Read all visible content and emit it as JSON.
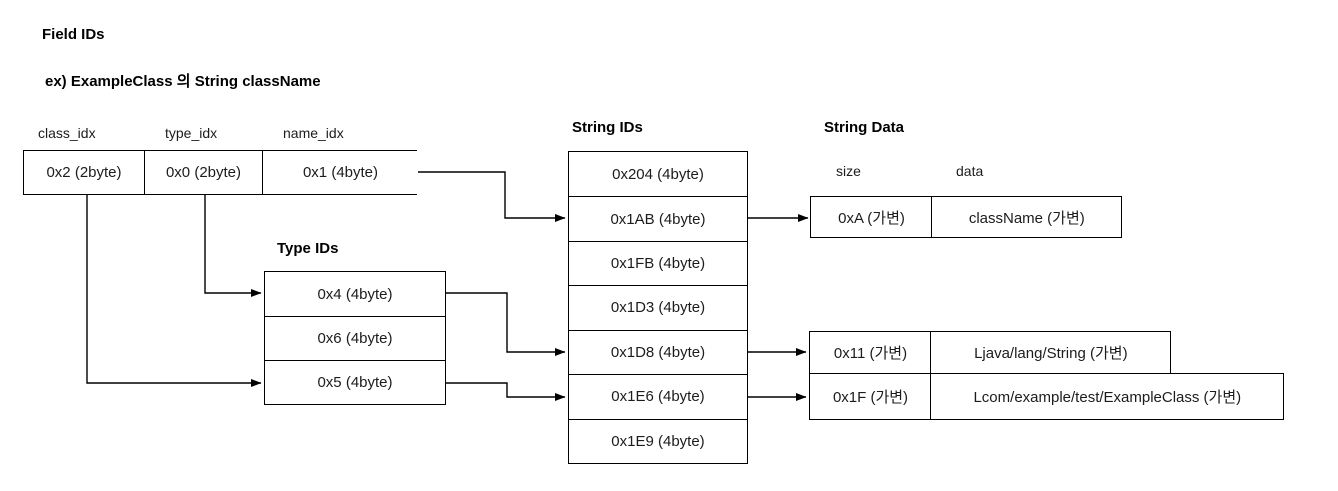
{
  "page": {
    "title": "Field IDs",
    "subtitle": "ex) ExampleClass 의 String className",
    "background_color": "#ffffff",
    "line_color": "#000000",
    "text_color": "#1c1c1c"
  },
  "field_row": {
    "columns": [
      {
        "header": "class_idx",
        "value": "0x2 (2byte)"
      },
      {
        "header": "type_idx",
        "value": "0x0 (2byte)"
      },
      {
        "header": "name_idx",
        "value": "0x1 (4byte)"
      }
    ]
  },
  "type_ids": {
    "label": "Type IDs",
    "rows": [
      "0x4 (4byte)",
      "0x6 (4byte)",
      "0x5 (4byte)"
    ]
  },
  "string_ids": {
    "label": "String IDs",
    "rows": [
      "0x204 (4byte)",
      "0x1AB (4byte)",
      "0x1FB (4byte)",
      "0x1D3 (4byte)",
      "0x1D8 (4byte)",
      "0x1E6 (4byte)",
      "0x1E9 (4byte)"
    ]
  },
  "string_data": {
    "label": "String Data",
    "size_header": "size",
    "data_header": "data",
    "rows": [
      {
        "size": "0xA (가변)",
        "data": "className (가변)"
      },
      {
        "size": "0x11 (가변)",
        "data": "Ljava/lang/String (가변)"
      },
      {
        "size": "0x1F (가변)",
        "data": "Lcom/example/test/ExampleClass (가변)"
      }
    ]
  },
  "connections": [
    {
      "from": "field-row name_idx",
      "to": "string-ids 0x1AB"
    },
    {
      "from": "field-row type_idx",
      "to": "type-ids 0x4"
    },
    {
      "from": "field-row class_idx",
      "to": "type-ids 0x5"
    },
    {
      "from": "type-ids 0x4",
      "to": "string-ids 0x1D8"
    },
    {
      "from": "type-ids 0x5",
      "to": "string-ids 0x1E6"
    },
    {
      "from": "string-ids 0x1AB",
      "to": "string-data className"
    },
    {
      "from": "string-ids 0x1D8",
      "to": "string-data Ljava/lang/String"
    },
    {
      "from": "string-ids 0x1E6",
      "to": "string-data Lcom/example/test/ExampleClass"
    }
  ]
}
